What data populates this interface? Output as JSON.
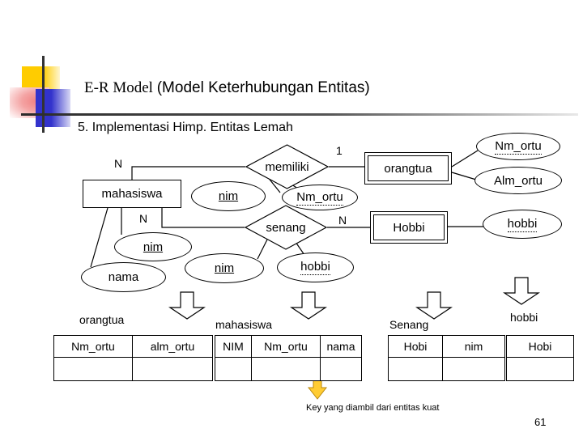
{
  "slide": {
    "title_serif": "E-R Model ",
    "title_sans": "(Model Keterhubungan Entitas)",
    "subtitle": "5. Implementasi Himp. Entitas Lemah",
    "footnote": "Key yang diambil dari entitas kuat",
    "page_number": "61"
  },
  "diagram": {
    "entities": [
      {
        "name": "mahasiswa",
        "type": "strong"
      },
      {
        "name": "orangtua",
        "type": "weak"
      },
      {
        "name": "Hobbi",
        "type": "weak"
      }
    ],
    "relationships": [
      {
        "name": "memiliki"
      },
      {
        "name": "senang"
      }
    ],
    "attributes": [
      {
        "name": "nim",
        "key": "primary"
      },
      {
        "name": "nama",
        "key": "none"
      },
      {
        "name": "nim",
        "key": "primary"
      },
      {
        "name": "nim",
        "key": "primary"
      },
      {
        "name": "Nm_ortu",
        "key": "discriminator"
      },
      {
        "name": "hobbi",
        "key": "discriminator"
      },
      {
        "name": "Nm_ortu",
        "key": "discriminator"
      },
      {
        "name": "Alm_ortu",
        "key": "none"
      },
      {
        "name": "hobbi",
        "key": "discriminator"
      }
    ],
    "cardinalities": [
      {
        "label": "N"
      },
      {
        "label": "1"
      },
      {
        "label": "N"
      },
      {
        "label": "N"
      }
    ]
  },
  "tables": [
    {
      "caption": "orangtua",
      "columns": [
        "Nm_ortu",
        "alm_ortu"
      ],
      "rows": [
        [
          "",
          ""
        ]
      ]
    },
    {
      "caption": "mahasiswa",
      "columns": [
        "NIM",
        "Nm_ortu",
        "nama"
      ],
      "rows": [
        [
          "",
          "",
          ""
        ]
      ]
    },
    {
      "caption": "Senang",
      "columns": [
        "Hobi",
        "nim"
      ],
      "rows": [
        [
          "",
          ""
        ]
      ]
    },
    {
      "caption": "hobbi",
      "columns": [
        "Hobi"
      ],
      "rows": [
        [
          ""
        ]
      ]
    }
  ]
}
